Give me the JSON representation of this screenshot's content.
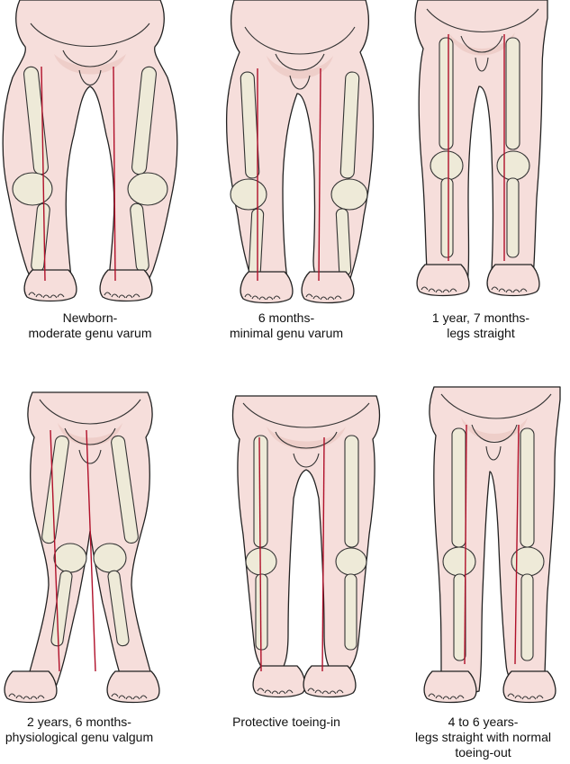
{
  "figures": [
    {
      "line1": "Newborn-",
      "line2": "moderate genu varum"
    },
    {
      "line1": "6 months-",
      "line2": "minimal genu varum"
    },
    {
      "line1": "1 year, 7 months-",
      "line2": "legs straight"
    },
    {
      "line1": "2 years, 6 months-",
      "line2": "physiological genu valgum"
    },
    {
      "line1": "Protective toeing-in",
      "line2": ""
    },
    {
      "line1": "4 to 6 years-",
      "line2": "legs straight with normal",
      "line3": "toeing-out"
    }
  ],
  "colors": {
    "skin": "#f6dedb",
    "bone": "#eeead8",
    "axis_line": "#b0102a",
    "outline": "#222222"
  }
}
